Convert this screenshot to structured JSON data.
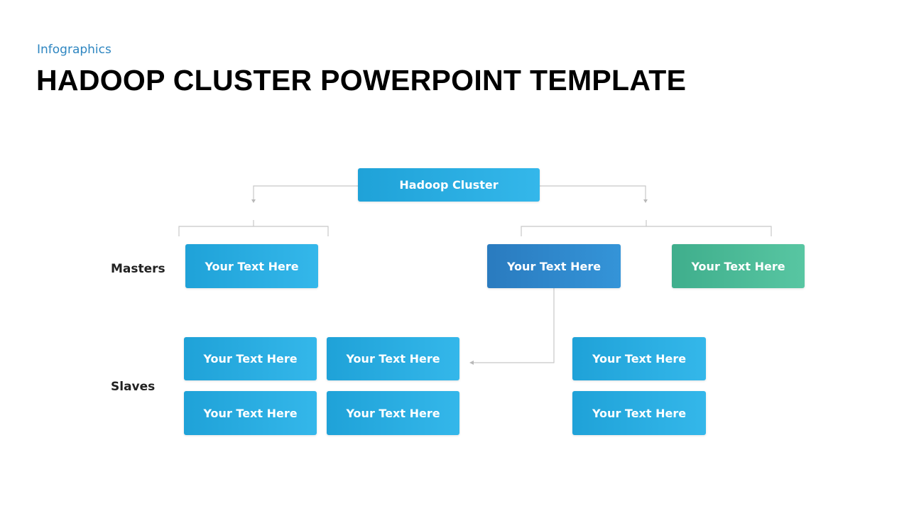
{
  "header": {
    "subtitle": "Infographics",
    "title": "HADOOP CLUSTER POWERPOINT TEMPLATE"
  },
  "diagram": {
    "root": {
      "label": "Hadoop Cluster"
    },
    "row_labels": {
      "masters": "Masters",
      "slaves": "Slaves"
    },
    "masters": [
      {
        "label": "Your Text Here"
      },
      {
        "label": "Your Text Here"
      },
      {
        "label": "Your Text Here"
      }
    ],
    "slaves": [
      {
        "label": "Your Text Here"
      },
      {
        "label": "Your Text Here"
      },
      {
        "label": "Your Text Here"
      },
      {
        "label": "Your Text Here"
      },
      {
        "label": "Your Text Here"
      },
      {
        "label": "Your Text Here"
      }
    ],
    "colors": {
      "blue": "#29ace2",
      "navy": "#2f87cc",
      "green": "#4dba97",
      "connector": "#c8c8c8"
    }
  }
}
